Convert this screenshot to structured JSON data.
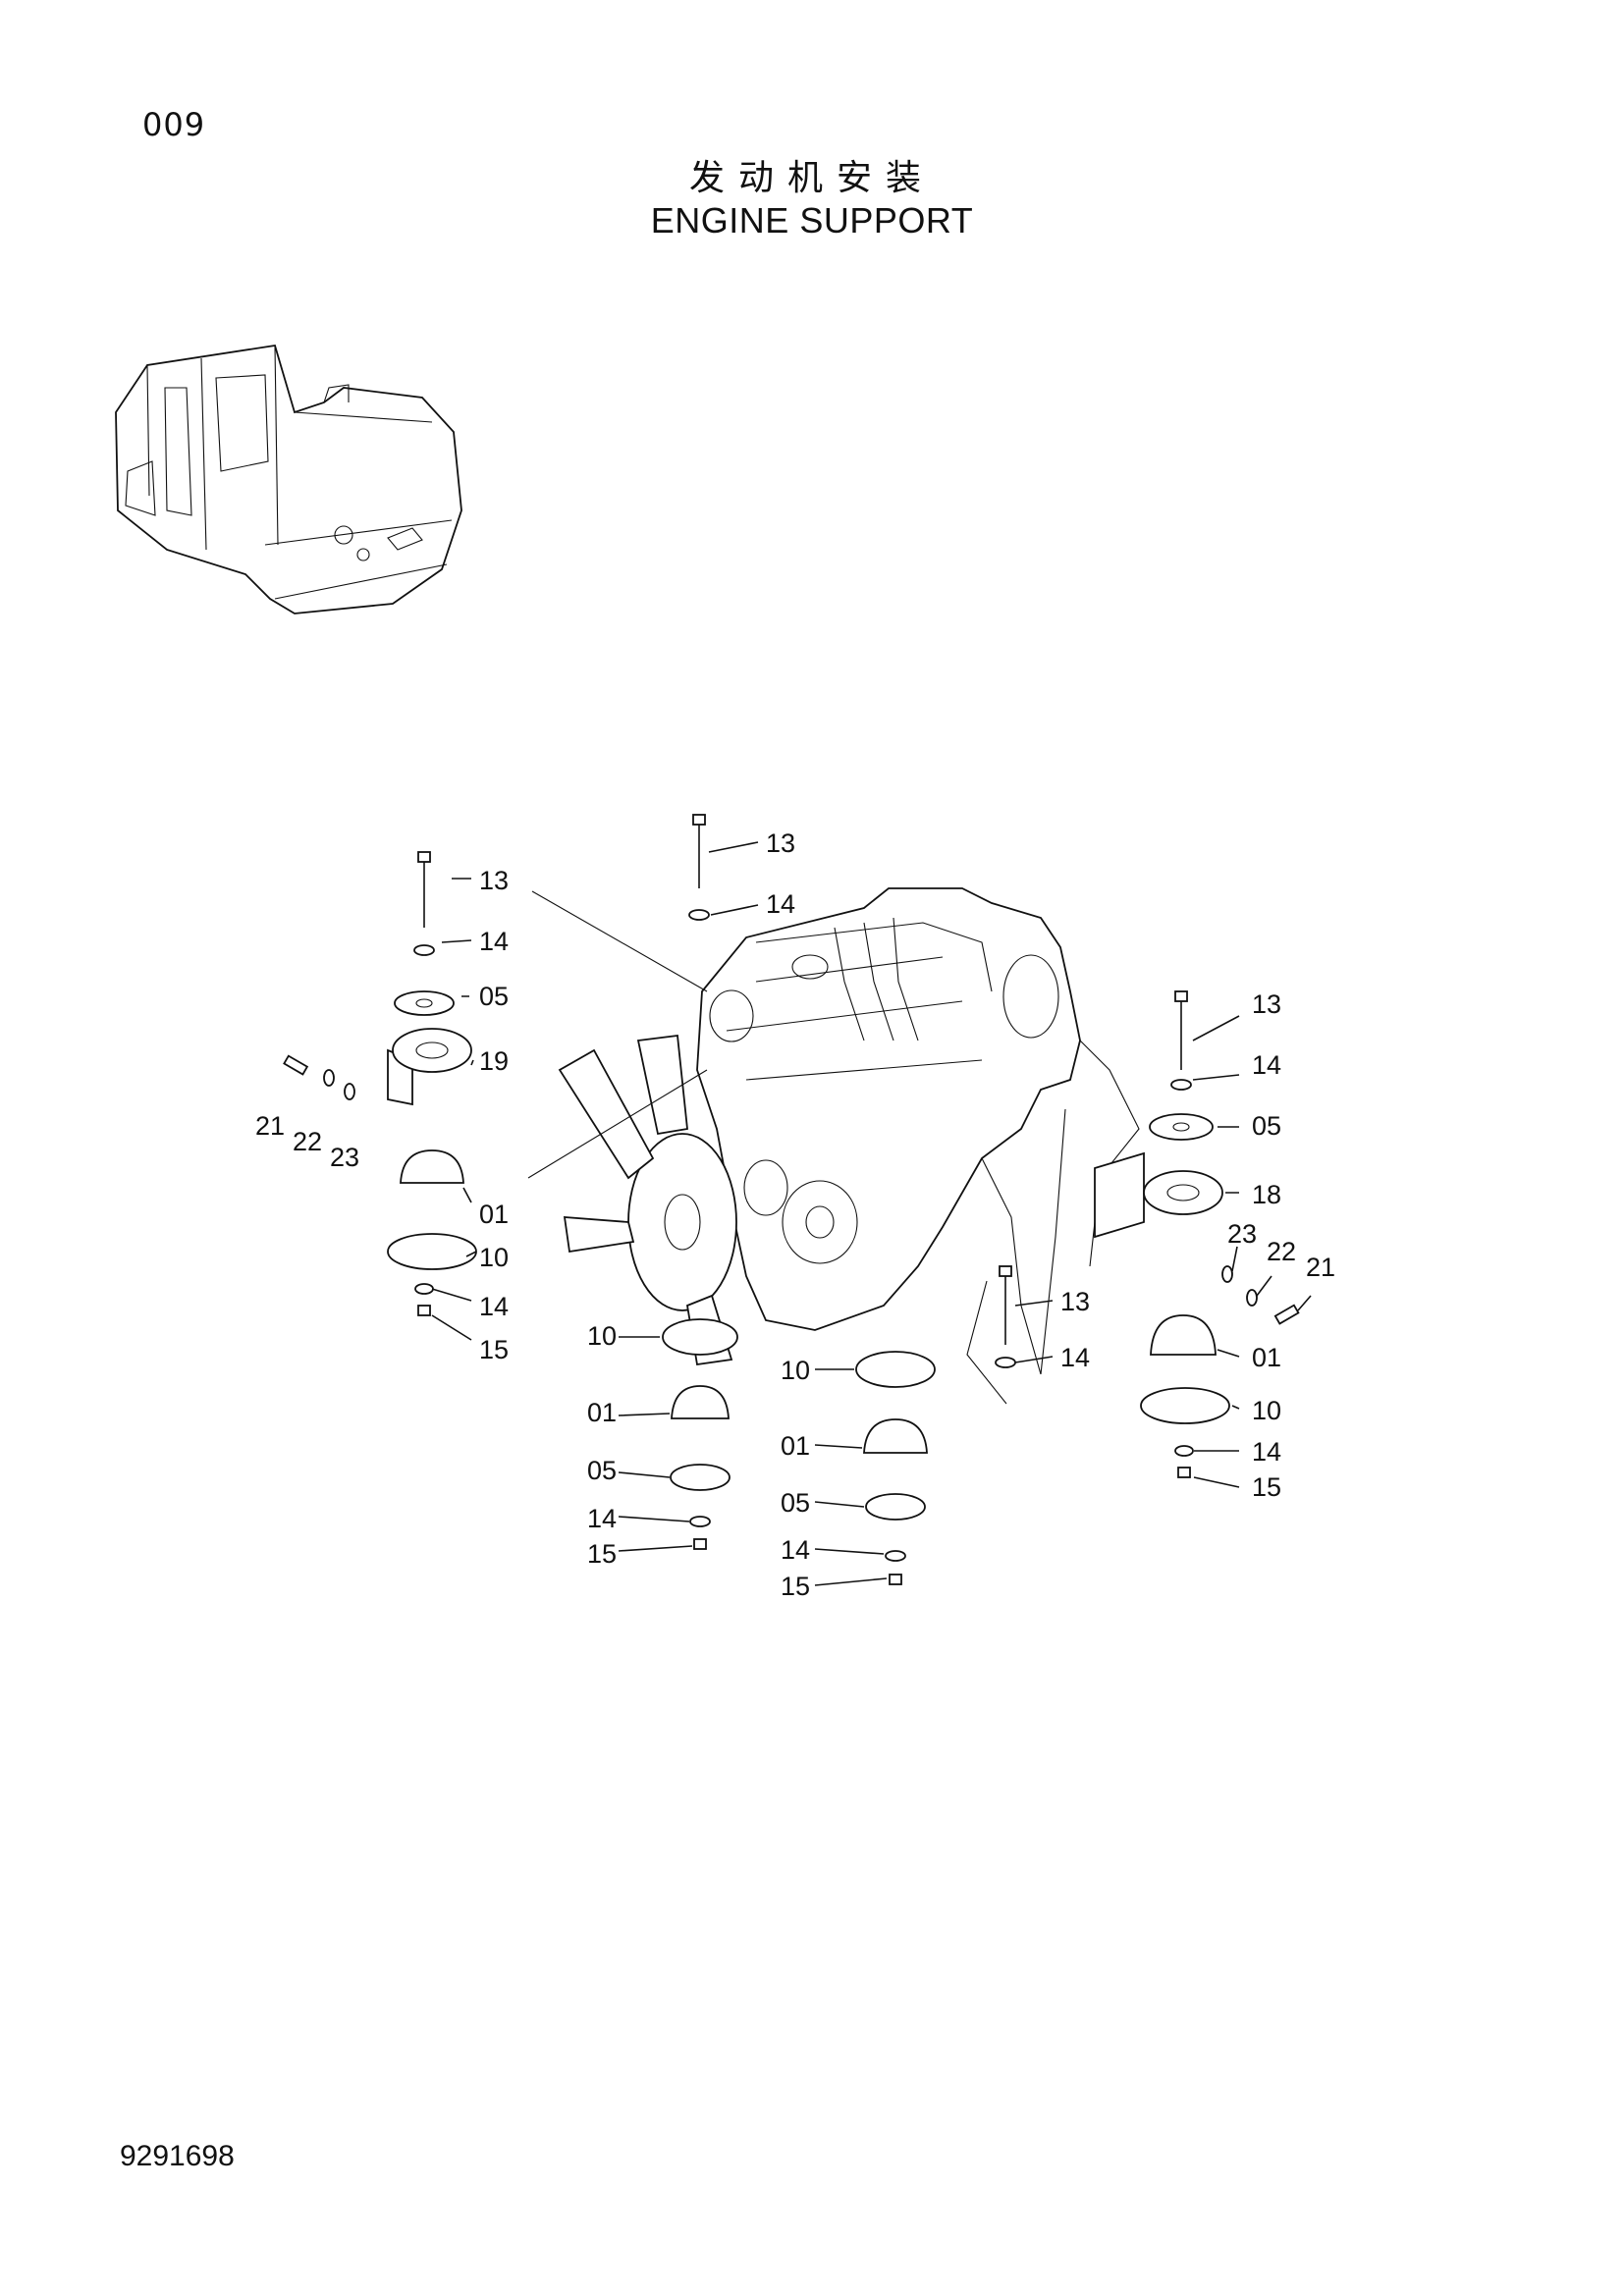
{
  "header": {
    "page_code": "009",
    "title_cn": "发动机安装",
    "title_en": "ENGINE SUPPORT"
  },
  "footer": {
    "doc_number": "9291698"
  },
  "callouts": {
    "left_mount": [
      "13",
      "14",
      "05",
      "19",
      "21",
      "22",
      "23",
      "01",
      "10",
      "14",
      "15"
    ],
    "front_left_mount": [
      "10",
      "01",
      "05",
      "14",
      "15"
    ],
    "front_mid_mount": [
      "13",
      "14",
      "10",
      "01",
      "05",
      "14",
      "15"
    ],
    "top_mount": [
      "13",
      "14"
    ],
    "right_mount": [
      "13",
      "14",
      "05",
      "18",
      "23",
      "22",
      "21",
      "01",
      "10",
      "14",
      "15"
    ]
  },
  "icons": {
    "locator": "excavator-locator-icon",
    "engine": "engine-assembly-illustration"
  }
}
